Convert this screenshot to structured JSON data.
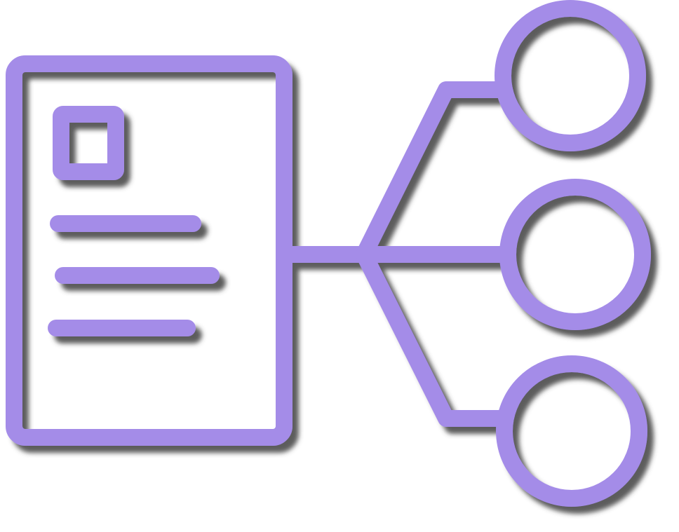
{
  "colors": {
    "stroke": "#A48CE8",
    "shadow": "#3F3F3F",
    "background": "#FFFFFF"
  },
  "icon": {
    "name": "document-branching-icon",
    "document": {
      "name": "document-icon",
      "thumbnail": "square-icon",
      "text_lines": 3
    },
    "branches": [
      {
        "name": "top-branch"
      },
      {
        "name": "middle-branch"
      },
      {
        "name": "bottom-branch"
      }
    ],
    "nodes": [
      {
        "name": "top-node-circle"
      },
      {
        "name": "middle-node-circle"
      },
      {
        "name": "bottom-node-circle"
      }
    ]
  }
}
